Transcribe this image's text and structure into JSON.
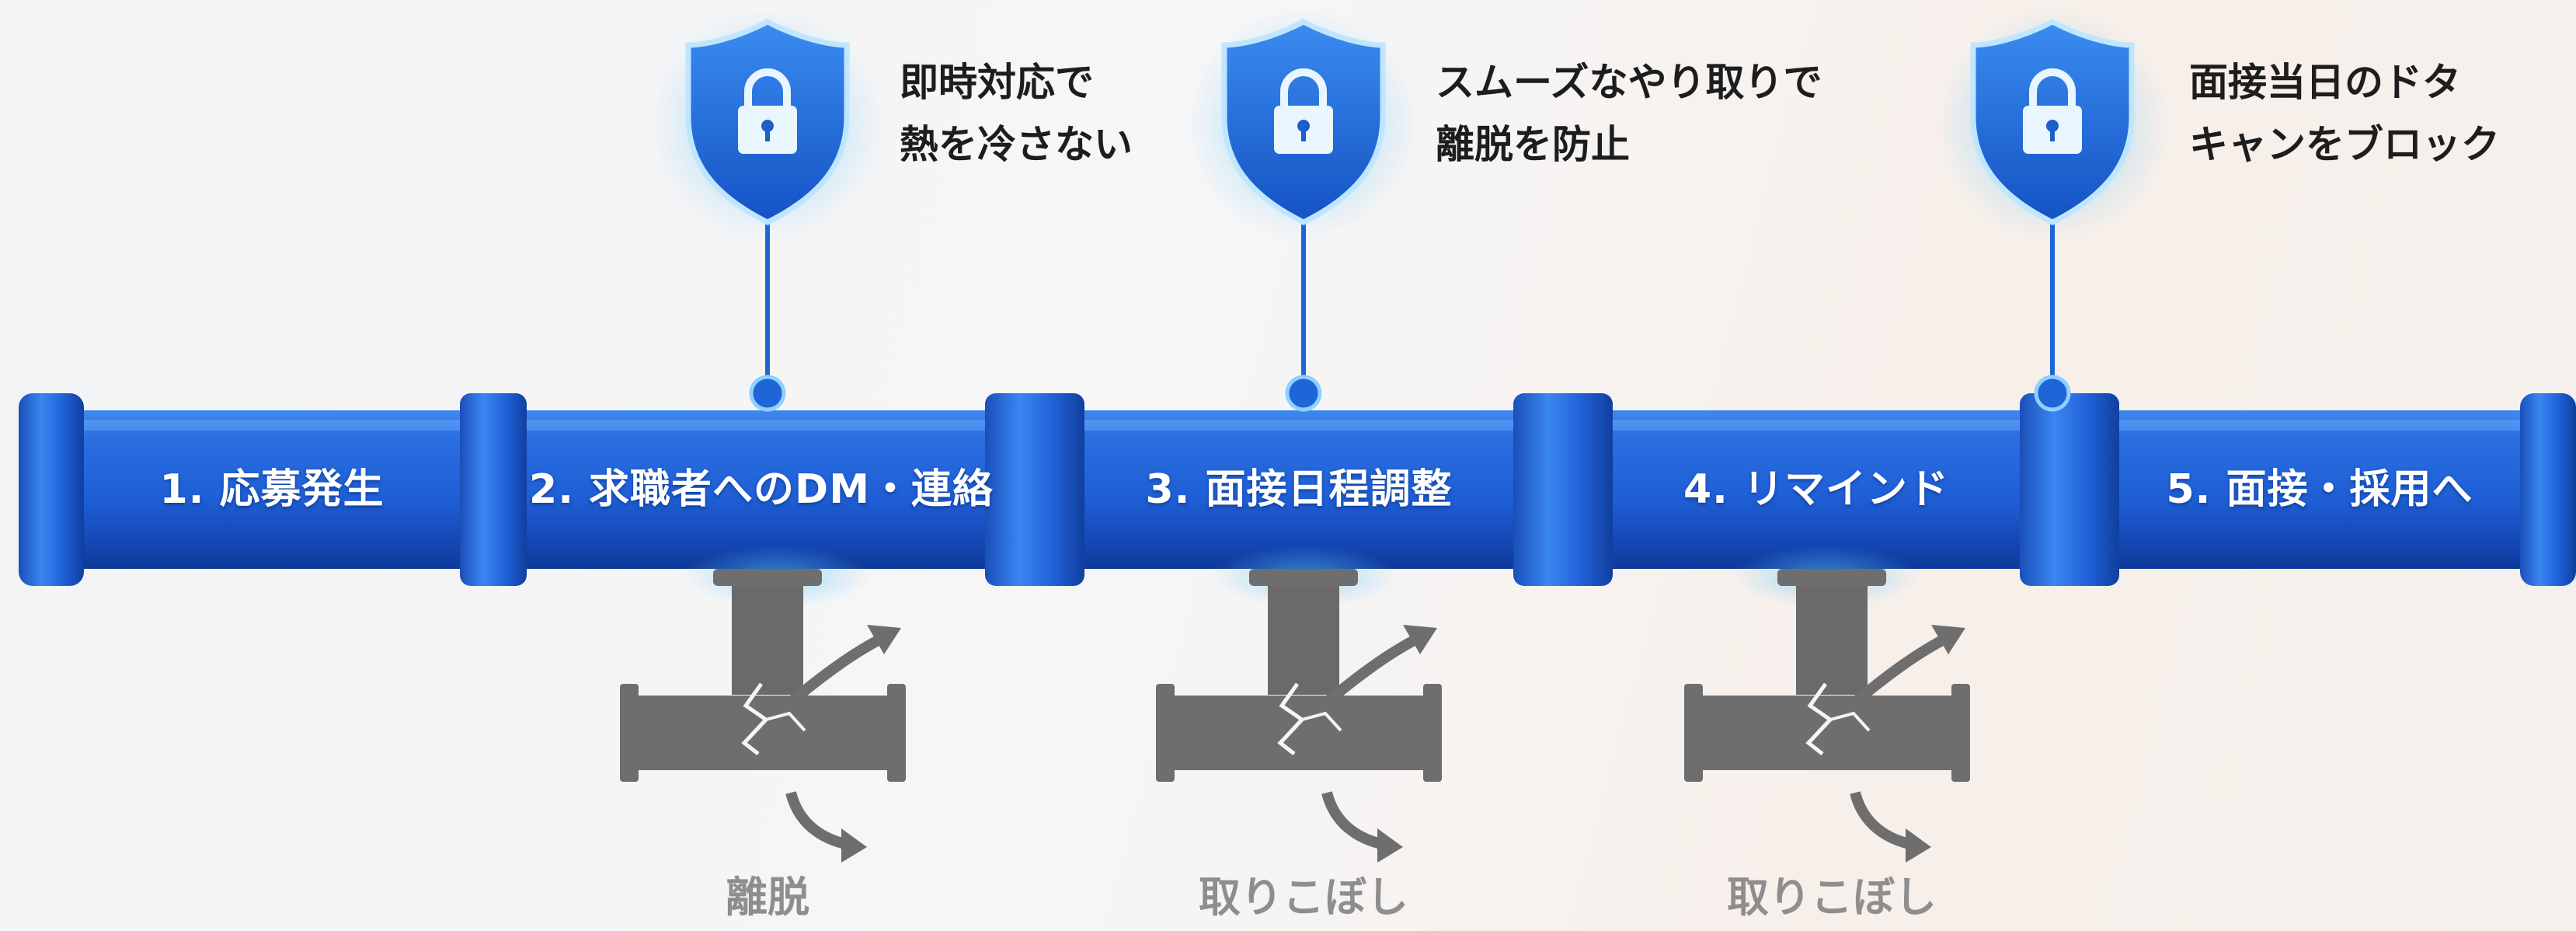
{
  "colors": {
    "pipe_blue": "#1f5fd6",
    "pipe_dark": "#0e3fa8",
    "shield_blue": "#1d6ed6",
    "glow": "#3fb0ff",
    "leak_gray": "#6e6e6e",
    "leak_label": "#8e8e8e"
  },
  "stages": [
    {
      "label": "1. 応募発生"
    },
    {
      "label": "2. 求職者へのDM・連絡"
    },
    {
      "label": "3. 面接日程調整"
    },
    {
      "label": "4. リマインド"
    },
    {
      "label": "5. 面接・採用へ"
    }
  ],
  "shields": [
    {
      "icon": "lock-shield-icon",
      "lines": [
        "即時対応で",
        "熱を冷さない"
      ]
    },
    {
      "icon": "lock-shield-icon",
      "lines": [
        "スムーズなやり取りで",
        "離脱を防止"
      ]
    },
    {
      "icon": "lock-shield-icon",
      "lines": [
        "面接当日のドタ",
        "キャンをブロック"
      ]
    }
  ],
  "leaks": [
    {
      "icon": "broken-pipe-icon",
      "label": "離脱"
    },
    {
      "icon": "broken-pipe-icon",
      "label": "取りこぼし"
    },
    {
      "icon": "broken-pipe-icon",
      "label": "取りこぼし"
    }
  ]
}
